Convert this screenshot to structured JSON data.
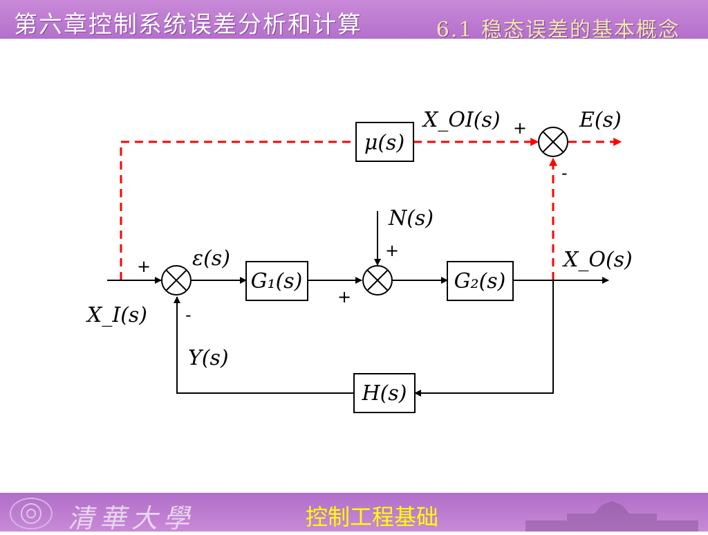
{
  "header": {
    "chapter_title": "第六章控制系统误差分析和计算",
    "section_title": "6.1 稳态误差的基本概念"
  },
  "footer": {
    "school": "清華大學",
    "course": "控制工程基础"
  },
  "diagram": {
    "blocks": {
      "mu": "μ(s)",
      "g1": "G₁(s)",
      "g2": "G₂(s)",
      "h": "H(s)"
    },
    "signals": {
      "xoi": "X_OI(s)",
      "e": "E(s)",
      "n": "N(s)",
      "eps": "ε(s)",
      "xo": "X_O(s)",
      "xi": "X_I(s)",
      "y": "Y(s)"
    },
    "signs": {
      "plus": "+",
      "minus": "-"
    },
    "colors": {
      "dashed_path": "#ff0000",
      "solid_path": "#000000"
    }
  }
}
